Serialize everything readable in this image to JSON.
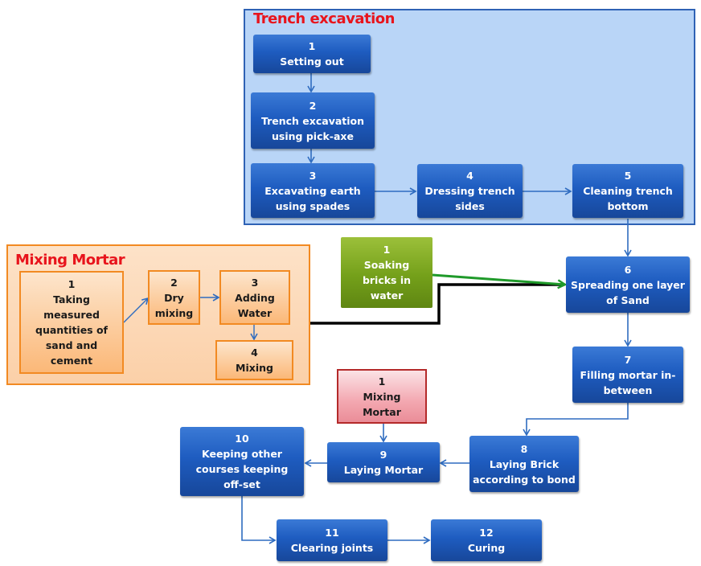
{
  "groups": {
    "trench": {
      "title": "Trench excavation",
      "title_color": "#e8141c"
    },
    "mortar": {
      "title": "Mixing Mortar",
      "title_color": "#e8141c"
    }
  },
  "trench_steps": [
    {
      "num": "1",
      "label": "Setting out"
    },
    {
      "num": "2",
      "label": "Trench excavation\nusing pick-axe"
    },
    {
      "num": "3",
      "label": "Excavating earth\nusing spades"
    },
    {
      "num": "4",
      "label": "Dressing  trench\nsides"
    },
    {
      "num": "5",
      "label": "Cleaning trench\nbottom"
    }
  ],
  "mortar_steps": [
    {
      "num": "1",
      "label": "Taking\nmeasured\nquantities of\nsand and\ncement"
    },
    {
      "num": "2",
      "label": "Dry\nmixing"
    },
    {
      "num": "3",
      "label": "Adding\nWater"
    },
    {
      "num": "4",
      "label": "Mixing"
    }
  ],
  "side_inputs": {
    "soaking": {
      "num": "1",
      "label": "Soaking\nbricks in\nwater"
    },
    "mixing_mortar": {
      "num": "1",
      "label": "Mixing\nMortar"
    }
  },
  "main_steps": [
    {
      "num": "6",
      "label": "Spreading one layer\nof Sand"
    },
    {
      "num": "7",
      "label": "Filling mortar in-\nbetween"
    },
    {
      "num": "8",
      "label": "Laying Brick\naccording to bond"
    },
    {
      "num": "9",
      "label": "Laying Mortar"
    },
    {
      "num": "10",
      "label": "Keeping other\ncourses keeping\noff-set"
    },
    {
      "num": "11",
      "label": "Clearing joints"
    },
    {
      "num": "12",
      "label": "Curing"
    }
  ],
  "colors": {
    "step_blue": "#1e5cc0",
    "trench_bg": "#b9d5f7",
    "mortar_border": "#f28a22",
    "soaking_green": "#74a01a",
    "mixing_pink": "#f3a7b0",
    "connector_blue": "#2f6cc0",
    "connector_green": "#1f9a2a",
    "connector_black": "#000000"
  }
}
